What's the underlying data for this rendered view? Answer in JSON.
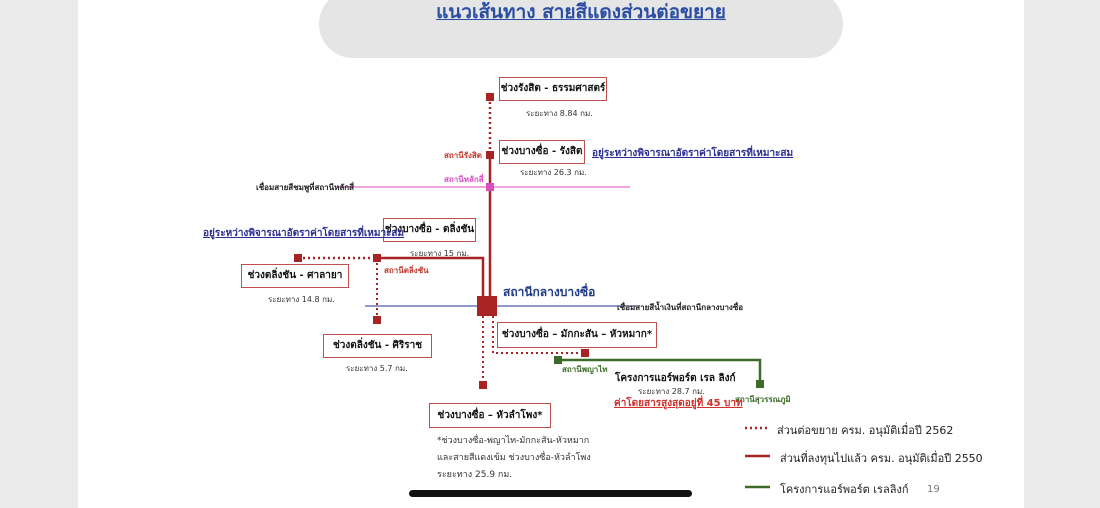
{
  "title": "แนวเส้นทาง สายสีแดงส่วนต่อขยาย",
  "segments": {
    "rangsit_thammasat": {
      "label": "ช่วงรังสิต - ธรรมศาสตร์",
      "distance": "ระยะทาง 8.84 กม."
    },
    "bangsue_rangsit": {
      "label": "ช่วงบางซื่อ - รังสิต",
      "distance": "ระยะทาง 26.3 กม."
    },
    "bangsue_talingchan": {
      "label": "ช่วงบางซื่อ - ตลิ่งชัน",
      "distance": "ระยะทาง 15 กม."
    },
    "talingchan_salaya": {
      "label": "ช่วงตลิ่งชัน - ศาลายา",
      "distance": "ระยะทาง 14.8 กม."
    },
    "talingchan_siriraj": {
      "label": "ช่วงตลิ่งชัน - ศิริราช",
      "distance": "ระยะทาง 5.7 กม."
    },
    "bangsue_huamak": {
      "label": "ช่วงบางซื่อ – มักกะสัน – หัวหมาก*"
    },
    "bangsue_hualamphong": {
      "label": "ช่วงบางซื่อ – หัวลำโพง*"
    }
  },
  "stations": {
    "rangsit": "สถานีรังสิต",
    "laksi": "สถานีหลักสี่",
    "talingchan": "สถานีตลิ่งชัน",
    "central": "สถานีกลางบางซื่อ",
    "phayathai": "สถานีพญาไท",
    "suvarnabhumi": "สถานีสุวรรณภูมิ"
  },
  "connections": {
    "pink_line": "เชื่อมสายสีชมพูที่สถานีหลักสี่",
    "blue_line": "เชื่อมสายสีน้ำเงินที่สถานีกลางบางซื่อ"
  },
  "fare_notes": {
    "top": "อยู่ระหว่างพิจารณาอัตราค่าโดยสารที่เหมาะสม",
    "left": "อยู่ระหว่างพิจารณาอัตราค่าโดยสารที่เหมาะสม"
  },
  "airport_link": {
    "label": "โครงการแอร์พอร์ต เรล ลิงก์",
    "distance": "ระยะทาง 28.7 กม.",
    "fare": "ค่าโดยสารสูงสุดอยู่ที่ 45 บาท"
  },
  "footnote": {
    "line1": "*ช่วงบางซื่อ-พญาไท-มักกะสัน-หัวหมาก",
    "line2": "และสายสีแดงเข้ม ช่วงบางซื่อ-หัวลำโพง",
    "line3": "ระยะทาง 25.9 กม."
  },
  "legend": {
    "extension": "ส่วนต่อขยาย ครม. อนุมัติเมื่อปี 2562",
    "invested": "ส่วนที่ลงทุนไปแล้ว ครม. อนุมัติเมื่อปี 2550",
    "airport": "โครงการแอร์พอร์ต เรลลิงก์"
  },
  "page_number": "19",
  "colors": {
    "red_line": "#a82323",
    "pink_line": "#d94fc0",
    "blue_line": "#2b2f8f",
    "green_line": "#3e6b2a",
    "title": "#2b4ea3"
  }
}
